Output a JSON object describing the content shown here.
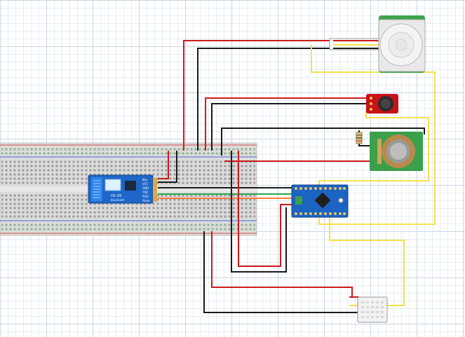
{
  "diagram": {
    "bluetooth_module": {
      "line1": "HC-05",
      "line2": "Bluetooth",
      "pins": [
        "Key",
        "VCC",
        "GND",
        "TXD",
        "RXD",
        "State"
      ]
    },
    "wire_colors": {
      "power": "#cc1b1b",
      "ground": "#1a1a1a",
      "signal": "#f2e24c",
      "tx": "#2fa84f",
      "rx": "#ff7a3a"
    }
  }
}
